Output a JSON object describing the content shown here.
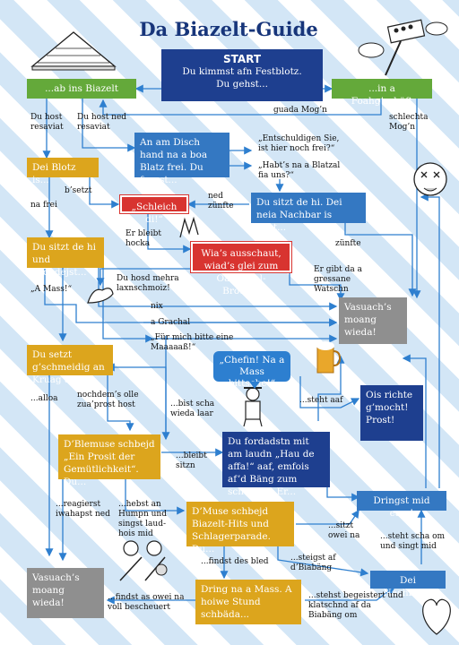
{
  "title": "Da Biazelt-Guide",
  "start": {
    "heading": "START",
    "line1": "Du kimmst afn Festblotz.",
    "line2": "Du gehst..."
  },
  "boxes": {
    "biazelt": "...ab ins Biazelt",
    "foahg": "...in a Foahg’schäft",
    "disch": "An am Disch hand na a boa Blatz frei. Du frogst...",
    "blotz": "Dei Blotz is...",
    "schleich": "„Schleich di!“",
    "sitzthi": "Du sitzt de hi. Dei neia Nachbar is echt...",
    "bschdejst": "Du sitzt de hi und bschdejst...",
    "wias": "Wia’s ausschaut, wiad’s glei zum Oawaschl-Brocka!",
    "vasuach1": "Vasuach’s moang wieda!",
    "schmeidig": "Du setzt g’schmeidig an Kruag a....",
    "chefin": "„Chefin! Na a Mass bittsche!“",
    "richte": "Ois richte g’mocht! Prost!",
    "blemuse": "D’Blemuse schbejd „Ein Prosit der Gemütlichkeit“. Du...",
    "fordadstn": "Du fordadstn mit am laudn „Hau de affa!“ aaf, emfois af’d Bäng zum schdeing. Er...",
    "dringst": "Dringst mid eam!",
    "muse": "D’Muse schbejd Biazelt-Hits und Schlagerparade. Du...",
    "nachbar": "Dei Nachbar...",
    "vasuach2": "Vasuach’s moang wieda!",
    "dring": "Dring na a Mass. A hoiwe Stund schbäda..."
  },
  "labels": {
    "guada": "guada Mog’n",
    "schlechta": "schlechta Mog’n",
    "resaviat": "Du host resaviat",
    "ned_resaviat": "Du host ned resaviat",
    "entschuldigen": "„Entschuldigen Sie, ist hier noch frei?“",
    "habts": "„Habt’s na a Blatzal fia uns?“",
    "besetzt": "b’setzt",
    "na_frei": "na frei",
    "ned_zunfte": "ned zünfte",
    "bleibt_hocka": "Er bleibt hocka",
    "zunfte": "zünfte",
    "a_mass": "„A Mass!“",
    "laxn": "Du hosd mehra laxnschmoiz!",
    "gressane": "Er gibt da a gressane Watschn",
    "nix": "nix",
    "grachal": "a Grachal",
    "maaaaass": "„Für mich bitte eine Maaaaaß!“",
    "alloa": "...alloa",
    "nochdem": "nochdem’s olle zua’prost host",
    "bist_scha": "...bist scha wieda laar",
    "steht_aaf": "...steht aaf",
    "bleibt_sitzn": "...bleibt sitzn",
    "reagierst": "...reagierst iwahapst ned",
    "hebst": "...hebst an Humpn und singst laud-hois mid",
    "sitzt_owei": "...sitzt owei na",
    "steht_scha": "...steht scha om und singt mid",
    "findst_bled": "...findst des bled",
    "steigst": "...steigst af d’Biabäng",
    "findst_owei": "...findst as owei na voll bescheuert",
    "stehst": "...stehst begeistert und klatschnd af da Biabäng om"
  },
  "colors": {
    "navy": "#1e3f8f",
    "blue": "#3478c2",
    "gold": "#dca51d",
    "green": "#64a93a",
    "gray": "#8f8f8f",
    "red": "#d83430",
    "arrow": "#2e7fcf",
    "bg_stripe": "#d3e6f6"
  }
}
